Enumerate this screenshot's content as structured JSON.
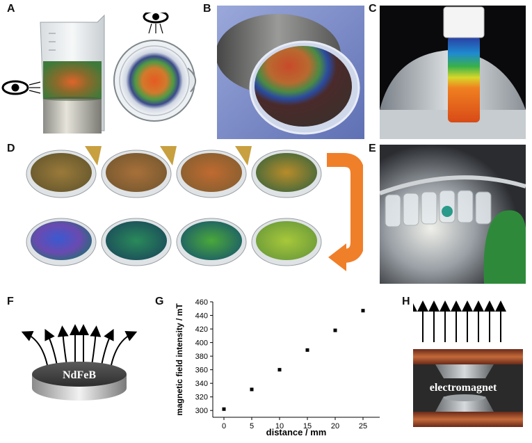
{
  "panels": {
    "A": "A",
    "B": "B",
    "C": "C",
    "D": "D",
    "E": "E",
    "F": "F",
    "G": "G",
    "H": "H"
  },
  "magnet_f": {
    "label": "NdFeB"
  },
  "magnet_h": {
    "label": "electromagnet"
  },
  "chart_data": {
    "type": "scatter",
    "xlabel": "distance / mm",
    "ylabel": "magnetic field intensity / mT",
    "xlim": [
      -2,
      28
    ],
    "ylim": [
      290,
      460
    ],
    "xticks": [
      0,
      5,
      10,
      15,
      20,
      25
    ],
    "yticks": [
      300,
      320,
      340,
      360,
      380,
      400,
      420,
      440,
      460
    ],
    "grid": false,
    "x": [
      0,
      5,
      10,
      15,
      20,
      25
    ],
    "y": [
      302,
      331,
      360,
      389,
      418,
      447
    ]
  }
}
